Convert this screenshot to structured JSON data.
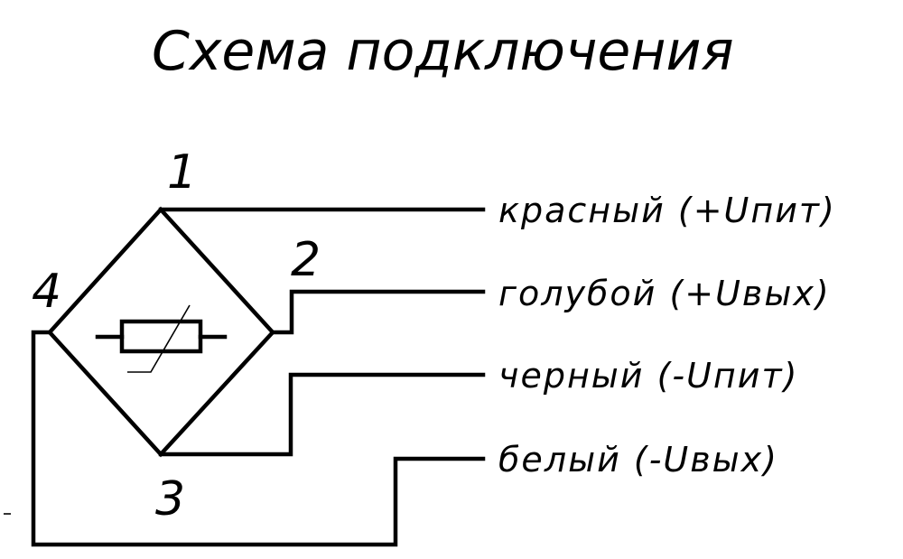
{
  "title": "Схема подключения",
  "nodes": {
    "n1": "1",
    "n2": "2",
    "n3": "3",
    "n4": "4"
  },
  "wires": [
    {
      "label": "красный (+Uпит)"
    },
    {
      "label": "голубой (+Uвых)"
    },
    {
      "label": "черный (-Uпит)"
    },
    {
      "label": "белый (-Uвых)"
    }
  ],
  "colors": {
    "line": "#000000",
    "background": "#ffffff"
  }
}
